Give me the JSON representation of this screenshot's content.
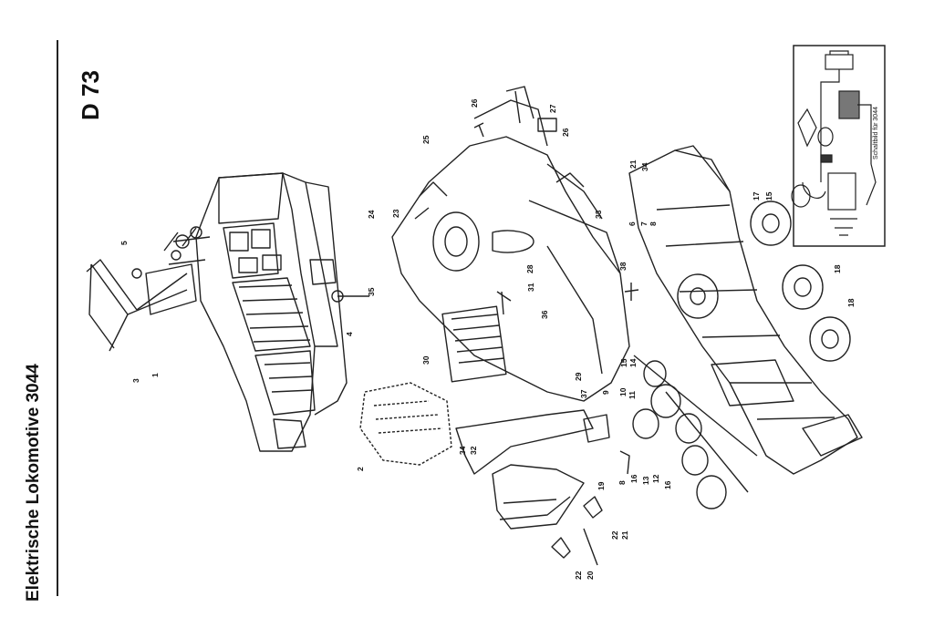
{
  "sheet": {
    "title": "Elektrische Lokomotive 3044",
    "code": "D 73"
  },
  "inset": {
    "label": "Schaltbild für 3044"
  },
  "callouts": [
    "1",
    "2",
    "3",
    "4",
    "5",
    "6",
    "7",
    "8",
    "8",
    "9",
    "10",
    "11",
    "12",
    "13",
    "14",
    "15",
    "15",
    "16",
    "16",
    "17",
    "18",
    "18",
    "19",
    "20",
    "21",
    "21",
    "22",
    "22",
    "23",
    "24",
    "25",
    "26",
    "26",
    "27",
    "28",
    "29",
    "30",
    "31",
    "32",
    "33",
    "34",
    "34",
    "35",
    "36",
    "37",
    "38"
  ]
}
